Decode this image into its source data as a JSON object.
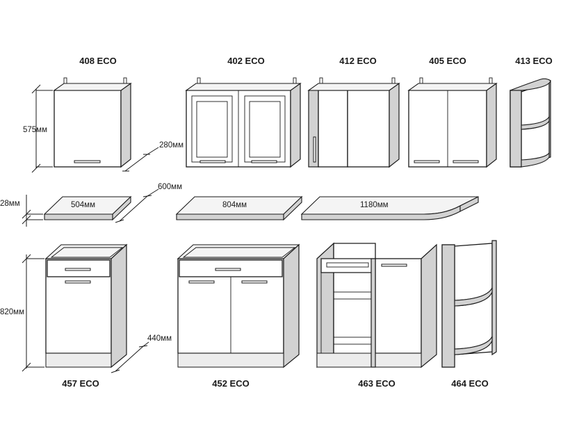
{
  "cabinets": {
    "c408": {
      "label": "408 ECO"
    },
    "c402": {
      "label": "402 ECO"
    },
    "c412": {
      "label": "412 ECO"
    },
    "c405": {
      "label": "405 ECO"
    },
    "c413": {
      "label": "413 ECO"
    },
    "c457": {
      "label": "457 ECO"
    },
    "c452": {
      "label": "452 ECO"
    },
    "c463": {
      "label": "463 ECO"
    },
    "c464": {
      "label": "464 ECO"
    }
  },
  "dimensions": {
    "wall_height": "575мм",
    "wall_depth": "280мм",
    "top_thickness": "28мм",
    "top_depth": "600мм",
    "top_504": "504мм",
    "top_804": "804мм",
    "top_1180": "1180мм",
    "base_height": "820мм",
    "base_depth": "440мм"
  },
  "colors": {
    "line": "#1a1a1a",
    "side_panel": "#d2d2d2",
    "background": "#ffffff"
  }
}
